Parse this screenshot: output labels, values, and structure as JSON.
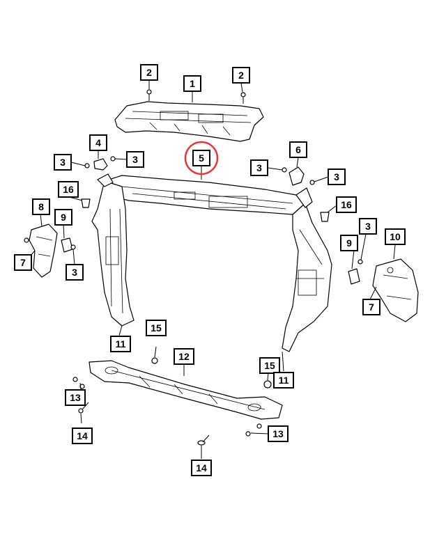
{
  "diagram": {
    "highlight_color": "#e53935",
    "highlighted_part": "5",
    "callouts": [
      {
        "id": "c-1",
        "label": "1"
      },
      {
        "id": "c-2a",
        "label": "2"
      },
      {
        "id": "c-2b",
        "label": "2"
      },
      {
        "id": "c-4",
        "label": "4"
      },
      {
        "id": "c-3a",
        "label": "3"
      },
      {
        "id": "c-3b",
        "label": "3"
      },
      {
        "id": "c-5",
        "label": "5"
      },
      {
        "id": "c-6",
        "label": "6"
      },
      {
        "id": "c-3c",
        "label": "3"
      },
      {
        "id": "c-3d",
        "label": "3"
      },
      {
        "id": "c-16a",
        "label": "16"
      },
      {
        "id": "c-16b",
        "label": "16"
      },
      {
        "id": "c-8",
        "label": "8"
      },
      {
        "id": "c-9a",
        "label": "9"
      },
      {
        "id": "c-7a",
        "label": "7"
      },
      {
        "id": "c-3e",
        "label": "3"
      },
      {
        "id": "c-3f",
        "label": "3"
      },
      {
        "id": "c-9b",
        "label": "9"
      },
      {
        "id": "c-10",
        "label": "10"
      },
      {
        "id": "c-7b",
        "label": "7"
      },
      {
        "id": "c-15a",
        "label": "15"
      },
      {
        "id": "c-11a",
        "label": "11"
      },
      {
        "id": "c-12",
        "label": "12"
      },
      {
        "id": "c-15b",
        "label": "15"
      },
      {
        "id": "c-11b",
        "label": "11"
      },
      {
        "id": "c-13a",
        "label": "13"
      },
      {
        "id": "c-14a",
        "label": "14"
      },
      {
        "id": "c-13b",
        "label": "13"
      },
      {
        "id": "c-14b",
        "label": "14"
      }
    ]
  }
}
